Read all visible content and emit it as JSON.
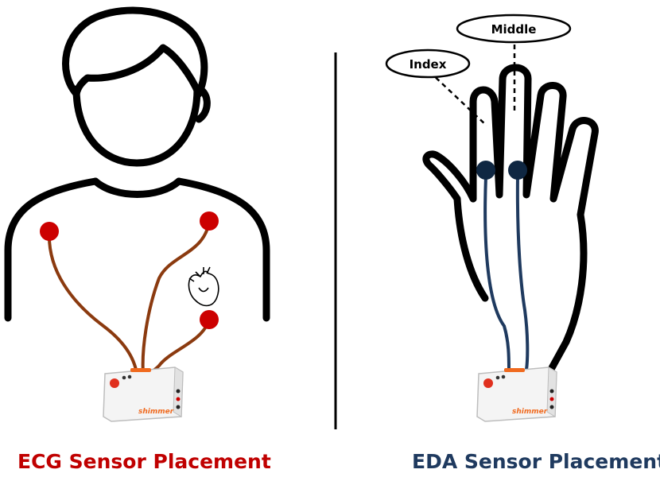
{
  "ecg": {
    "caption": "ECG Sensor Placement",
    "caption_color": "#c00000",
    "electrode_color": "#cc0000",
    "wire_color": "#8b3a0f"
  },
  "eda": {
    "caption": "EDA Sensor Placement",
    "caption_color": "#1f3a5f",
    "electrode_color": "#0f2742",
    "wire_color": "#1f3a5f",
    "labels": {
      "index": "Index",
      "middle": "Middle"
    }
  },
  "device": {
    "brand": "shimmer",
    "brand_color": "#f06a1f"
  }
}
